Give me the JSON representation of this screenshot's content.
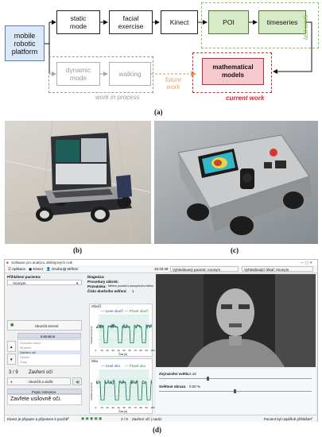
{
  "diagram": {
    "nodes": {
      "mobile_platform": "mobile\nrobotic\nplatform",
      "static_mode": "static\nmode",
      "facial_exercise": "facial\nexercise",
      "kinect": "Kinect",
      "poi": "POI",
      "timeseries": "timeseries",
      "dynamic_mode": "dynamic\nmode",
      "walking": "walking",
      "math_models": "mathematical\nmodels"
    },
    "region_labels": {
      "last_work": "last work",
      "future_work": "future\nwork",
      "work_in_process": "work in process",
      "current_work": "current work"
    },
    "colors": {
      "green_region": "#7dbd4a",
      "grey_region": "#9a9a9a",
      "orange_future": "#f0a35e",
      "red_current": "#d6262e",
      "blue_node": "#dbe8f7"
    }
  },
  "captions": {
    "a": "(a)",
    "b": "(b)",
    "c": "(c)",
    "d": "(d)"
  },
  "gui": {
    "title": "Software pro analýzu obličejových cvik",
    "menu": [
      "Aplikace",
      "Kinect",
      "Osoba",
      "Měření"
    ],
    "time": "15:40:48",
    "patient_combo": "Vyhledávaný pacient: Anonym",
    "therapist_combo": "Vyhledávající lékař: Anonym",
    "patient_label": "Přihlášení pacienta:",
    "patient_value": "Anonym",
    "diag_label": "Diagnóza:",
    "proc_label": "Procedury zákrok:",
    "note_label": "Poznámka:",
    "note_value": "Měření provádí s anonymním režimu",
    "measure_label": "Číslo dnešního měření:",
    "measure_value": "1",
    "end_button": "Ukončit sezení",
    "instructions_title": "Instrukce",
    "instructions": [
      "Zvednutí obočí",
      "Mračení",
      "Zavření očí",
      "Úsměv",
      "Zuby"
    ],
    "counter": "3 / 9",
    "current_exercise": "Zavření očí",
    "record_button": "Ukončit a uložit",
    "desc_title": "Popis instrukce",
    "desc_text": "Zavřete usilovně oči.",
    "chart1_title": "Obočí",
    "chart1_legend": [
      "Levé obočí",
      "Pravé obočí"
    ],
    "chart2_title": "Oko",
    "chart2_legend": [
      "Levé oko",
      "Pravé oko"
    ],
    "x_axis": "Čas [s]",
    "y_axis": "Vzdálenost [mm]",
    "x_ticks": [
      "0",
      "10",
      "20",
      "30",
      "40",
      "50",
      "60",
      "70",
      "80",
      "90",
      "100"
    ],
    "highlight_label": "Zvýraznění světla",
    "highlight_value": "2.16",
    "brightness_label": "Světlost obrazu",
    "brightness_value": "0.00 %",
    "status_left": "Kinect je připojen a připraven k použití",
    "status_mid_counter": "3 / 9",
    "status_mid_text": "Zavření očí | naráz",
    "status_right": "Pacient byl úspěšně přihlášen"
  }
}
